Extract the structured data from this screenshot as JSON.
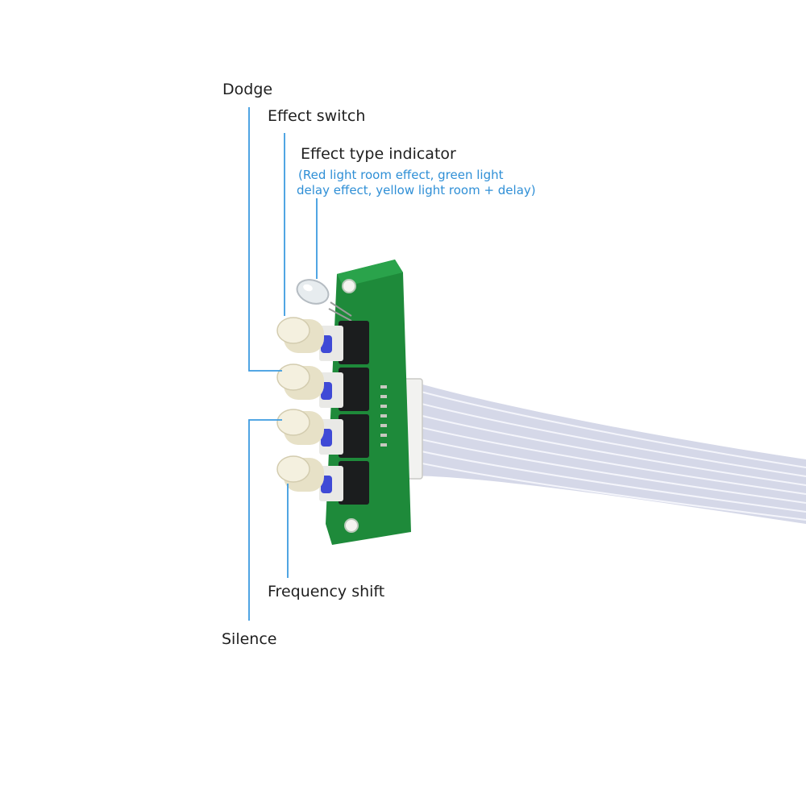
{
  "labels": {
    "dodge": "Dodge",
    "effect_switch": "Effect switch",
    "effect_type_indicator": "Effect type indicator",
    "indicator_note_line1": "(Red light room effect, green light",
    "indicator_note_line2": "delay effect, yellow light room + delay)",
    "frequency_shift": "Frequency shift",
    "silence": "Silence"
  },
  "colors": {
    "leader_line": "#3d9be0",
    "note_text": "#2f8fd6",
    "pcb": "#1e8a3a",
    "button_cap": "#ece6cf",
    "cable": "#dde0ee"
  }
}
